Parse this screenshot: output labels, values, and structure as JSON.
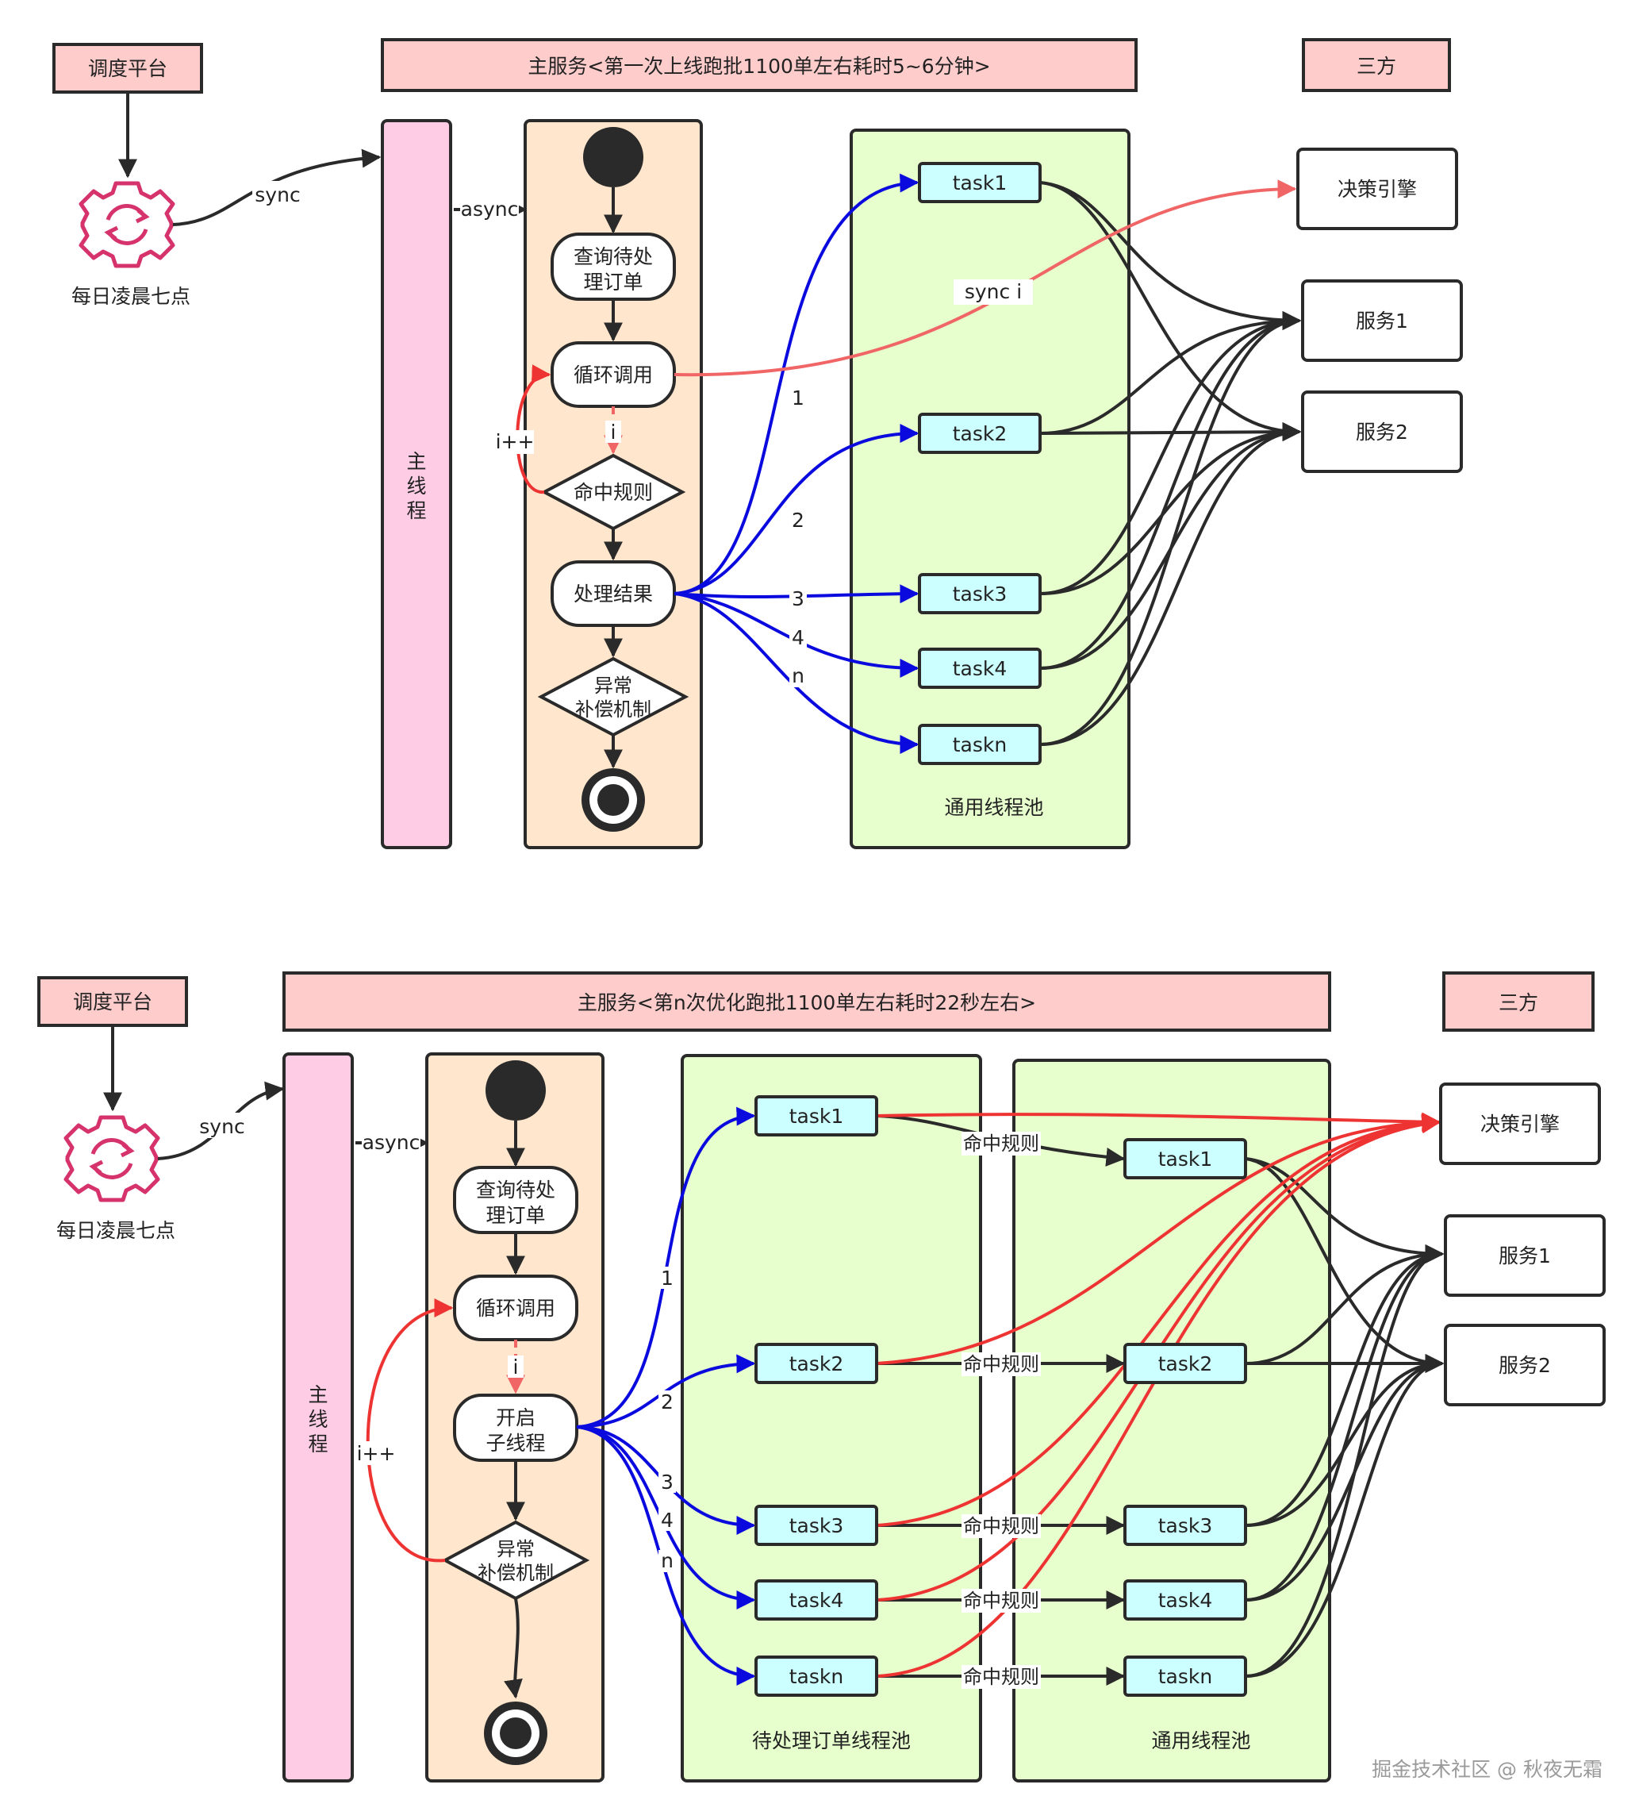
{
  "top": {
    "scheduler": "调度平台",
    "trigger": "每日凌晨七点",
    "sync": "sync",
    "async": "async",
    "main_header": "主服务<第一次上线跑批1100单左右耗时5~6分钟>",
    "third_party": "三方",
    "main_thread": [
      "主",
      "线",
      "程"
    ],
    "query": [
      "查询待处",
      "理订单"
    ],
    "loop": "循环调用",
    "i": "i",
    "i_pp": "i++",
    "rule": "命中规则",
    "process": "处理结果",
    "exception": [
      "异常",
      "补偿机制"
    ],
    "pool": "通用线程池",
    "tasks": [
      "task1",
      "task2",
      "task3",
      "task4",
      "taskn"
    ],
    "indices": [
      "1",
      "2",
      "3",
      "4",
      "n"
    ],
    "sync_i": "sync i",
    "decision": "决策引擎",
    "service1": "服务1",
    "service2": "服务2"
  },
  "bottom": {
    "scheduler": "调度平台",
    "trigger": "每日凌晨七点",
    "sync": "sync",
    "async": "async",
    "main_header": "主服务<第n次优化跑批1100单左右耗时22秒左右>",
    "third_party": "三方",
    "main_thread": [
      "主",
      "线",
      "程"
    ],
    "query": [
      "查询待处",
      "理订单"
    ],
    "loop": "循环调用",
    "i": "i",
    "i_pp": "i++",
    "start_sub": [
      "开启",
      "子线程"
    ],
    "exception": [
      "异常",
      "补偿机制"
    ],
    "pending_pool": "待处理订单线程池",
    "general_pool": "通用线程池",
    "tasks": [
      "task1",
      "task2",
      "task3",
      "task4",
      "taskn"
    ],
    "indices": [
      "1",
      "2",
      "3",
      "4",
      "n"
    ],
    "rule": "命中规则",
    "decision": "决策引擎",
    "service1": "服务1",
    "service2": "服务2"
  },
  "watermark": "掘金技术社区 @ 秋夜无霜",
  "colors": {
    "header_fill": "#ffcccc",
    "main_thread_fill": "#ffcce6",
    "flow_fill": "#ffe6cc",
    "pool_fill": "#e6ffcc",
    "task_fill": "#ccffff",
    "blue_arrow": "#0a0adf",
    "red_arrow": "#ee3333",
    "gear": "#d6336c"
  },
  "icons": [
    "gear-sync-icon"
  ]
}
